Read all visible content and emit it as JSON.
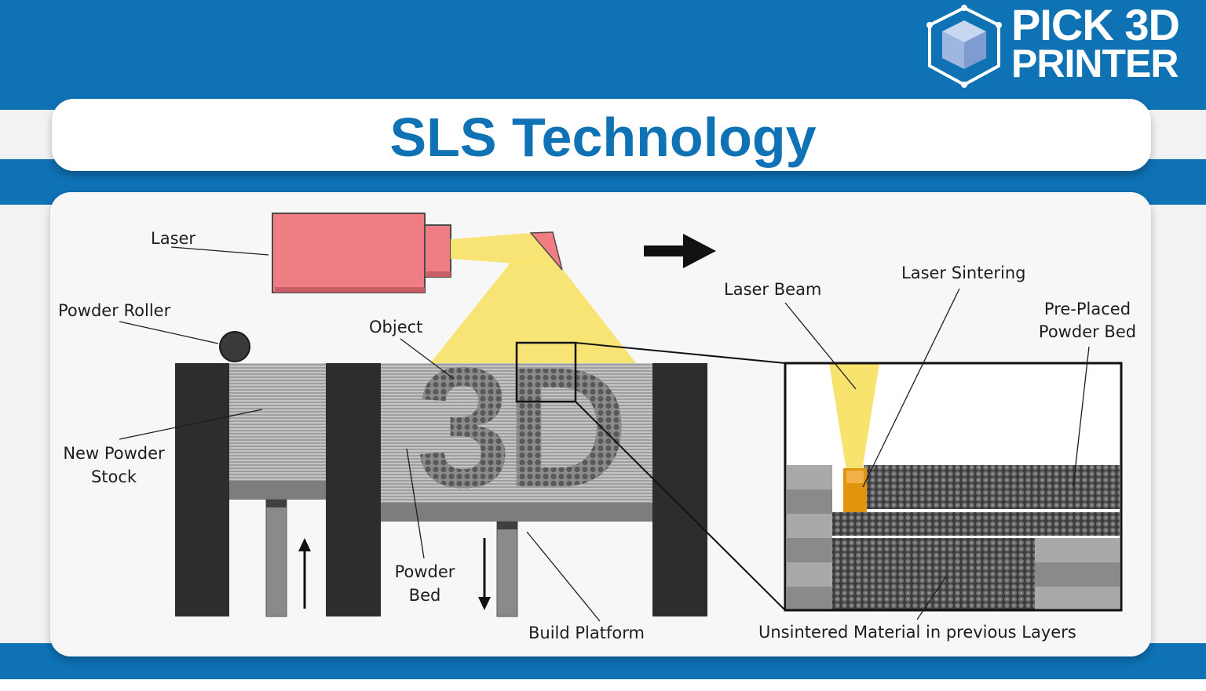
{
  "brand": {
    "line1": "PICK 3D",
    "line2": "PRINTER",
    "logo_icon": "cube-icon"
  },
  "title": "SLS Technology",
  "labels": {
    "laser": "Laser",
    "powder_roller": "Powder Roller",
    "object": "Object",
    "new_powder_line1": "New Powder",
    "new_powder_line2": "Stock",
    "powder_bed_line1": "Powder",
    "powder_bed_line2": "Bed",
    "build_platform": "Build Platform",
    "laser_beam": "Laser Beam",
    "laser_sintering": "Laser Sintering",
    "pre_placed_line1": "Pre-Placed",
    "pre_placed_line2": "Powder Bed",
    "unsintered": "Unsintered Material in previous Layers",
    "object_glyph": "3D"
  },
  "colors": {
    "brand_blue": "#0e72b5",
    "laser_body": "#ef7d83",
    "laser_beam": "#f8e36e",
    "chamber_wall": "#2d2d2d",
    "powder": "#a8a8a8",
    "sintered": "#e2940f"
  }
}
